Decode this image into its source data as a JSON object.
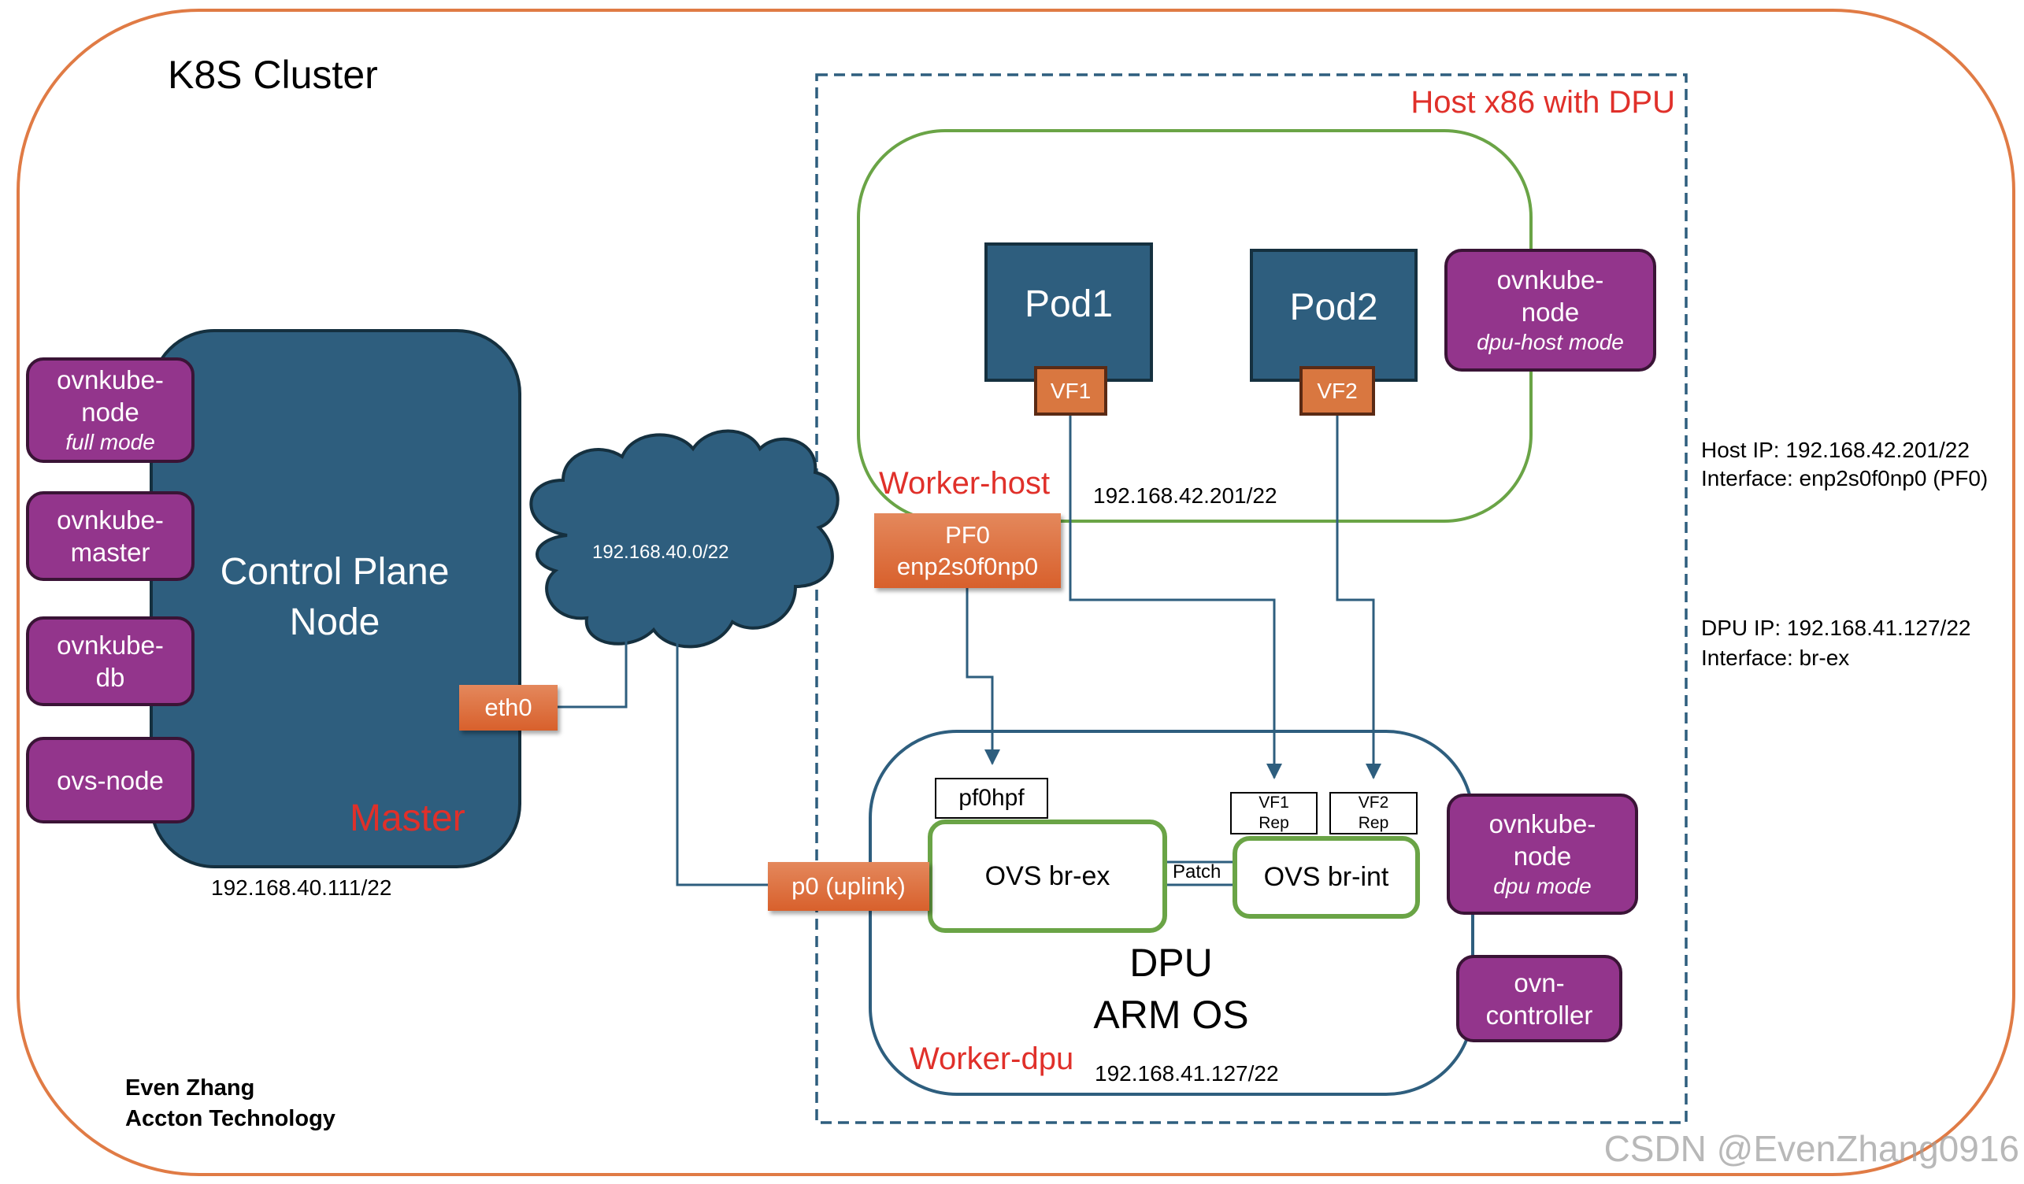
{
  "cluster": {
    "title": "K8S Cluster",
    "border_color": "#e07b45"
  },
  "host_group": {
    "title": "Host x86 with DPU",
    "border_color": "#2e5e7e"
  },
  "master": {
    "node_label": "Control Plane Node",
    "node_label_lines": [
      "Control Plane",
      "Node"
    ],
    "role_label": "Master",
    "ip": "192.168.40.111/22",
    "interface": "eth0",
    "components": [
      {
        "name": "ovnkube-",
        "name2": "node",
        "mode": "full mode"
      },
      {
        "name": "ovnkube-",
        "name2": "master",
        "mode": ""
      },
      {
        "name": "ovnkube-",
        "name2": "db",
        "mode": ""
      },
      {
        "name": "ovs-node",
        "name2": "",
        "mode": ""
      }
    ]
  },
  "network": {
    "cidr": "192.168.40.0/22"
  },
  "worker_host": {
    "label": "Worker-host",
    "ip": "192.168.42.201/22",
    "pods": [
      {
        "name": "Pod1",
        "vf": "VF1"
      },
      {
        "name": "Pod2",
        "vf": "VF2"
      }
    ],
    "pf": {
      "line1": "PF0",
      "line2": "enp2s0f0np0"
    },
    "component": {
      "name": "ovnkube-",
      "name2": "node",
      "mode": "dpu-host mode"
    }
  },
  "worker_dpu": {
    "label": "Worker-dpu",
    "ip": "192.168.41.127/22",
    "title_lines": [
      "DPU",
      "ARM OS"
    ],
    "uplink": "p0 (uplink)",
    "pf0hpf": "pf0hpf",
    "vf_reps": [
      {
        "line1": "VF1",
        "line2": "Rep"
      },
      {
        "line1": "VF2",
        "line2": "Rep"
      }
    ],
    "bridges": {
      "ex": "OVS br-ex",
      "int": "OVS br-int",
      "patch": "Patch"
    },
    "components": [
      {
        "name": "ovnkube-",
        "name2": "node",
        "mode": "dpu mode"
      },
      {
        "name": "ovn-",
        "name2": "controller",
        "mode": ""
      }
    ]
  },
  "info": {
    "host_ip": "Host IP: 192.168.42.201/22",
    "host_iface": "Interface: enp2s0f0np0 (PF0)",
    "dpu_ip": "DPU IP: 192.168.41.127/22",
    "dpu_iface": "Interface: br-ex"
  },
  "credits": {
    "author": "Even Zhang",
    "company": "Accton Technology"
  },
  "watermark": "CSDN @EvenZhang0916",
  "colors": {
    "navy": "#2e5e7e",
    "purple": "#93358c",
    "orange": "#d97740",
    "green": "#6aa446",
    "red_label": "#e0302a"
  }
}
